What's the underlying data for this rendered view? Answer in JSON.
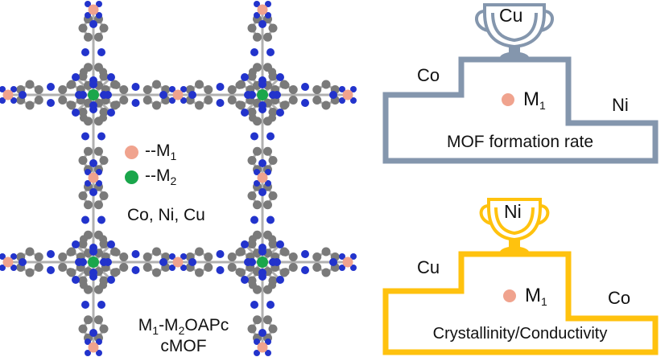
{
  "lattice": {
    "legend": [
      {
        "marker": "--M",
        "subscript": "1",
        "color": "#f0a38e"
      },
      {
        "marker": "--M",
        "subscript": "2",
        "color": "#1aa64b"
      }
    ],
    "metals": "Co, Ni, Cu",
    "caption_main": "M",
    "caption_sub1": "1",
    "caption_mid": "-M",
    "caption_sub2": "2",
    "caption_end": "OAPc",
    "caption_line2": "cMOF"
  },
  "colors": {
    "carbon": "#7a7a7a",
    "nitrogen": "#2233cc",
    "metal1": "#f0a38e",
    "metal2": "#1aa64b",
    "podium_top": "#8496ad",
    "podium_bottom": "#ffc20e"
  },
  "podium_top": {
    "trophy_label": "Cu",
    "left_label": "Co",
    "right_label": "Ni",
    "center_marker": "M",
    "center_sub": "1",
    "caption": "MOF formation rate"
  },
  "podium_bottom": {
    "trophy_label": "Ni",
    "left_label": "Cu",
    "right_label": "Co",
    "center_marker": "M",
    "center_sub": "1",
    "caption": "Crystallinity/Conductivity"
  }
}
